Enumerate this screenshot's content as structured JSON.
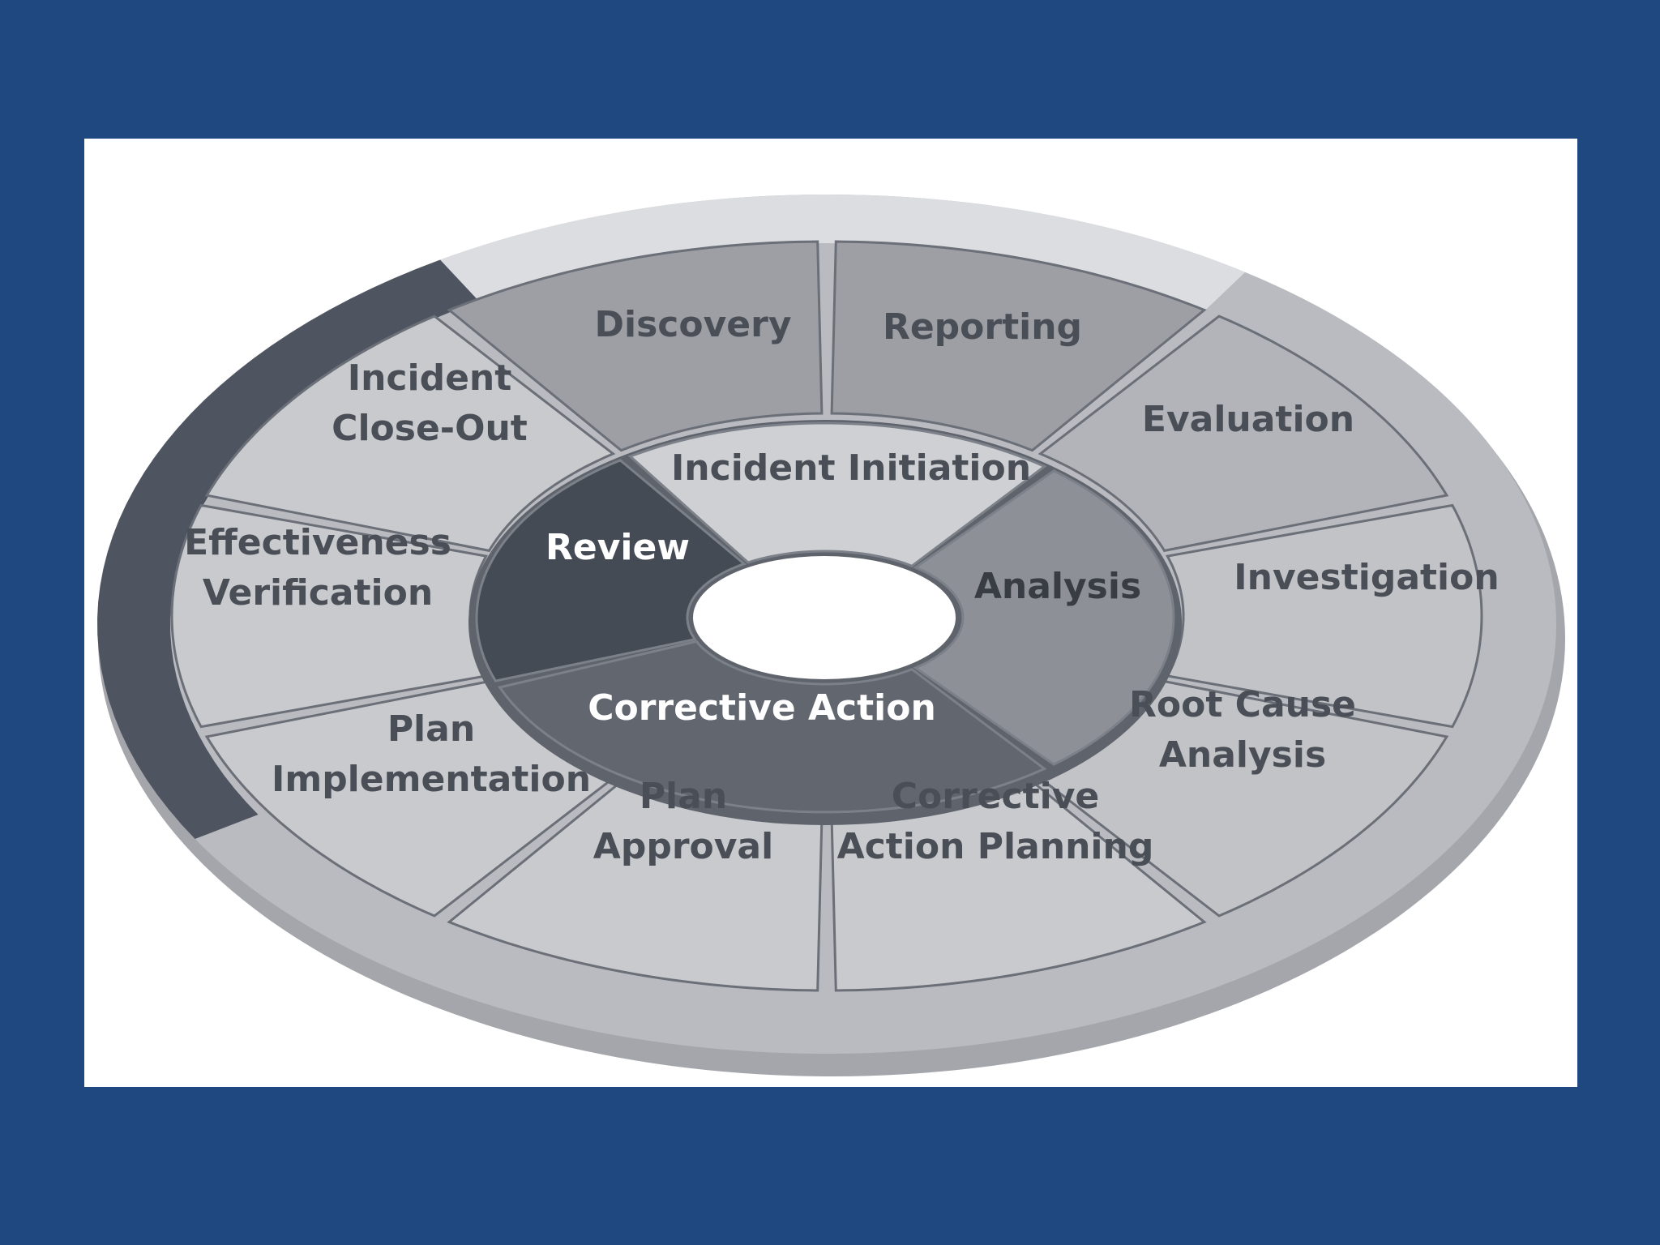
{
  "diagram": {
    "outer_ring": {
      "segments": [
        {
          "id": "discovery",
          "lines": [
            "Discovery"
          ]
        },
        {
          "id": "reporting",
          "lines": [
            "Reporting"
          ]
        },
        {
          "id": "evaluation",
          "lines": [
            "Evaluation"
          ]
        },
        {
          "id": "investigation",
          "lines": [
            "Investigation"
          ]
        },
        {
          "id": "root-cause-analysis",
          "lines": [
            "Root Cause",
            "Analysis"
          ]
        },
        {
          "id": "corrective-action-planning",
          "lines": [
            "Corrective",
            "Action Planning"
          ]
        },
        {
          "id": "plan-approval",
          "lines": [
            "Plan",
            "Approval"
          ]
        },
        {
          "id": "plan-implementation",
          "lines": [
            "Plan",
            "Implementation"
          ]
        },
        {
          "id": "effectiveness-verification",
          "lines": [
            "Effectiveness",
            "Verification"
          ]
        },
        {
          "id": "incident-close-out",
          "lines": [
            "Incident",
            "Close-Out"
          ]
        }
      ]
    },
    "inner_ring": {
      "segments": [
        {
          "id": "incident-initiation",
          "lines": [
            "Incident Initiation"
          ]
        },
        {
          "id": "analysis",
          "lines": [
            "Analysis"
          ]
        },
        {
          "id": "corrective-action",
          "lines": [
            "Corrective Action"
          ]
        },
        {
          "id": "review",
          "lines": [
            "Review"
          ]
        }
      ]
    },
    "colors": {
      "background": "#1f4880",
      "panel": "#ffffff",
      "outer_light": "#c9cace",
      "outer_medium": "#9d9fa5",
      "outer_dark": "#4f5560",
      "inner_light": "#cfd0d4",
      "inner_medium": "#8d9097",
      "inner_dark": "#61666f",
      "inner_darkest": "#454b55",
      "text_dark": "#4a4f57",
      "text_light": "#ffffff"
    }
  }
}
